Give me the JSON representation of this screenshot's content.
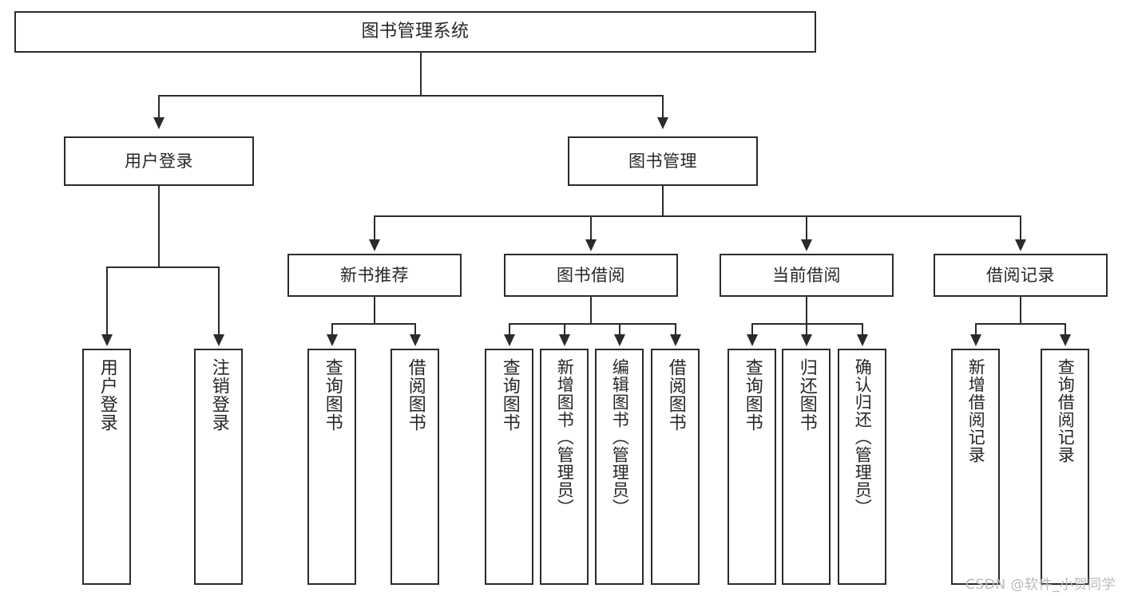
{
  "diagram": {
    "type": "tree",
    "title": "图书管理系统",
    "watermark": "CSDN @软件_小贺同学",
    "colors": {
      "stroke": "#2b2b2b",
      "fill": "#ffffff",
      "text": "#262626",
      "watermark": "#b9b9b9"
    },
    "nodes": {
      "root": {
        "label": "图书管理系统"
      },
      "level2": [
        {
          "id": "user-login",
          "label": "用户登录"
        },
        {
          "id": "book-manage",
          "label": "图书管理"
        }
      ],
      "level3": [
        {
          "id": "new-book-recommend",
          "label": "新书推荐"
        },
        {
          "id": "book-borrow",
          "label": "图书借阅"
        },
        {
          "id": "current-borrow",
          "label": "当前借阅"
        },
        {
          "id": "borrow-record",
          "label": "借阅记录"
        }
      ],
      "leaves": {
        "user_login": [
          {
            "id": "leaf-user-login",
            "label": "用户登录"
          },
          {
            "id": "leaf-logout-login",
            "label": "注销登录"
          }
        ],
        "new_book_recommend": [
          {
            "id": "leaf-query-book-1",
            "label": "查询图书"
          },
          {
            "id": "leaf-borrow-book-1",
            "label": "借阅图书"
          }
        ],
        "book_borrow": [
          {
            "id": "leaf-query-book-2",
            "label": "查询图书"
          },
          {
            "id": "leaf-add-book",
            "label": "新增图书（管理员）"
          },
          {
            "id": "leaf-edit-book",
            "label": "编辑图书（管理员）"
          },
          {
            "id": "leaf-borrow-book-2",
            "label": "借阅图书"
          }
        ],
        "current_borrow": [
          {
            "id": "leaf-query-book-3",
            "label": "查询图书"
          },
          {
            "id": "leaf-return-book",
            "label": "归还图书"
          },
          {
            "id": "leaf-confirm-return",
            "label": "确认归还（管理员）"
          }
        ],
        "borrow_record": [
          {
            "id": "leaf-add-borrow-record",
            "label": "新增借阅记录"
          },
          {
            "id": "leaf-query-borrow-record",
            "label": "查询借阅记录"
          }
        ]
      }
    }
  }
}
